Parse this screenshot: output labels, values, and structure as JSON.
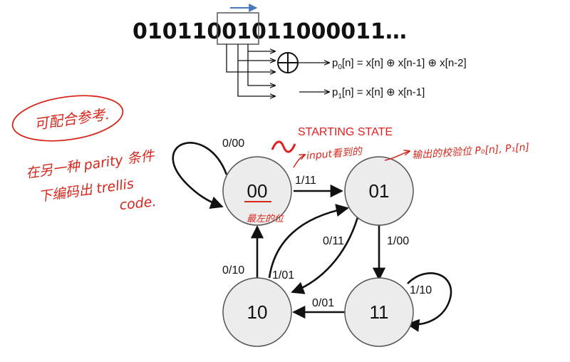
{
  "encoder": {
    "bit_stream": "01011001011000011…",
    "xor_symbol": "⊕",
    "p0_formula": {
      "name": "p",
      "sub": "0",
      "rest": "[n] = x[n] ⊕ x[n-1] ⊕ x[n-2]"
    },
    "p1_formula": {
      "name": "p",
      "sub": "1",
      "rest": "[n] = x[n] ⊕ x[n-1]"
    }
  },
  "state_machine": {
    "starting_label": "STARTING STATE",
    "states": {
      "s00": "00",
      "s01": "01",
      "s10": "10",
      "s11": "11"
    },
    "edges": {
      "loop_00": "0/00",
      "e00_01": "1/11",
      "e01_10": "0/11",
      "e01_11": "1/00",
      "e10_00": "0/10",
      "e10_01": "1/01",
      "e11_10": "0/01",
      "loop_11": "1/10"
    }
  },
  "annotations": {
    "heading": "可配合参考.",
    "note_line1": "在另一种 parity 条件",
    "note_line2": "下编码出 trellis",
    "note_line3": "code.",
    "input_note": "input看到的",
    "output_note": "输出的校验位 P₀[n], P₁[n]",
    "under_00_note": "最左的位"
  },
  "colors": {
    "ink": "#111111",
    "annotation": "#d8261c",
    "shift_arrow": "#4a78c0"
  }
}
